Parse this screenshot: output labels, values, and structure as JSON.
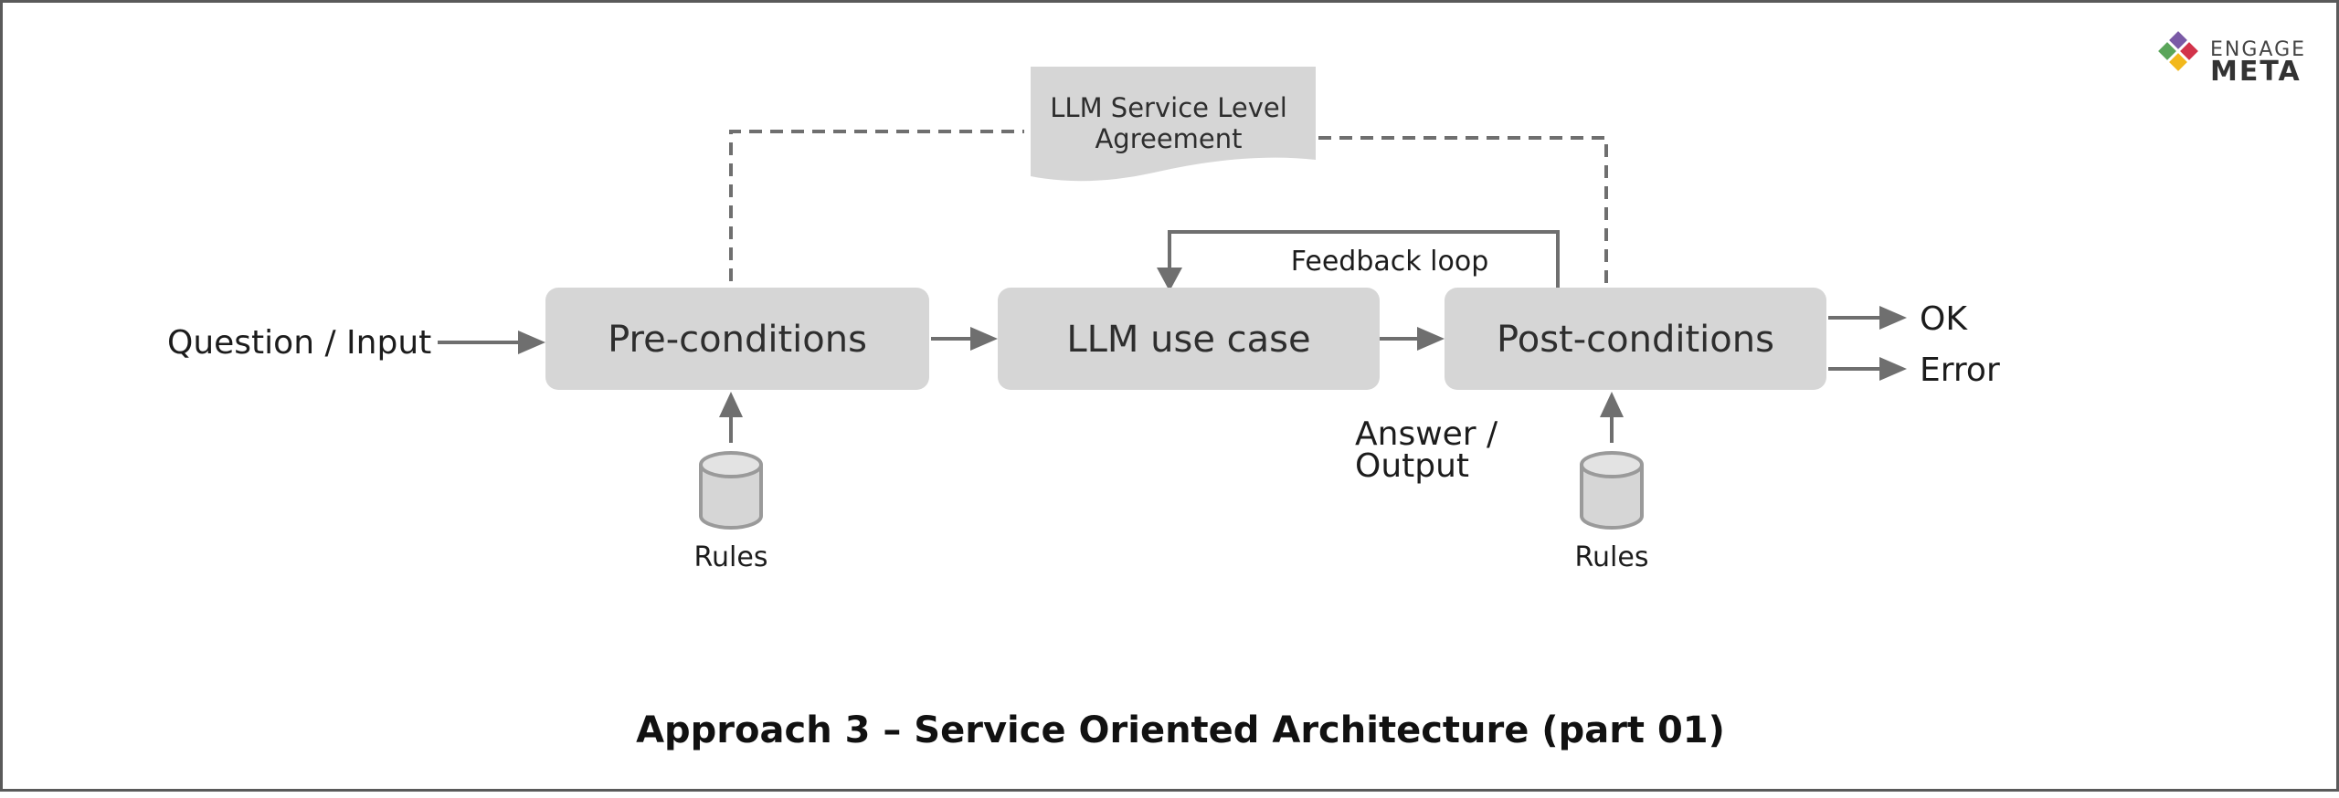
{
  "logo": {
    "word_top": "ENGAGE",
    "word_bottom": "META"
  },
  "document": {
    "line1": "LLM Service Level",
    "line2": "Agreement"
  },
  "nodes": {
    "pre": "Pre-conditions",
    "llm": "LLM use case",
    "post": "Post-conditions"
  },
  "labels": {
    "input": "Question / Input",
    "feedback": "Feedback loop",
    "answer_line1": "Answer /",
    "answer_line2": "Output",
    "ok": "OK",
    "error": "Error",
    "rules_left": "Rules",
    "rules_right": "Rules"
  },
  "title": "Approach 3 – Service Oriented Architecture (part 01)",
  "colors": {
    "box_fill": "#d6d6d6",
    "arrow": "#6f6f6f",
    "logo_green": "#5aa55a",
    "logo_purple": "#7a5aa6",
    "logo_red": "#d2334a",
    "logo_yellow": "#f2b81c"
  }
}
